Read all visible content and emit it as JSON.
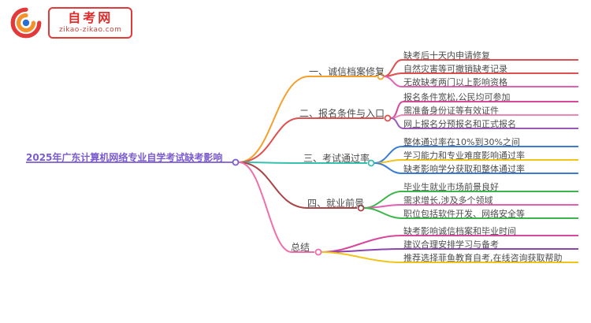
{
  "logo": {
    "title": "自考网",
    "url": "zikao-zikao.com",
    "border_color": "#e23a3a",
    "icon": "zikao-logo-icon"
  },
  "central": {
    "text": "2025年广东计算机网络专业自学考试缺考影响",
    "color": "#7b5bd0"
  },
  "branches": [
    {
      "label": "一、诚信档案修复",
      "color": "#f5a02a",
      "leaves": [
        {
          "text": "缺考后十天内申请修复",
          "color": "#e04f4f"
        },
        {
          "text": "自然灾害等可撤销缺考记录",
          "color": "#e04f4f"
        },
        {
          "text": "无故缺考两门以上影响资格",
          "color": "#e35fb1"
        }
      ]
    },
    {
      "label": "二、报名条件与入口",
      "color": "#e04f4f",
      "leaves": [
        {
          "text": "报名条件宽松,公民均可参加",
          "color": "#d8489a"
        },
        {
          "text": "需准备身份证等有效证件",
          "color": "#ef86b5"
        },
        {
          "text": "网上报名分预报名和正式报名",
          "color": "#9b59b6"
        }
      ]
    },
    {
      "label": "三、考试通过率",
      "color": "#35c0b0",
      "leaves": [
        {
          "text": "整体通过率在10%到30%之间",
          "color": "#3a7bd5"
        },
        {
          "text": "学习能力和专业难度影响通过率",
          "color": "#f0c419"
        },
        {
          "text": "缺考影响学分获取和整体通过率",
          "color": "#3a7bd5"
        }
      ]
    },
    {
      "label": "四、就业前景",
      "color": "#a84448",
      "leaves": [
        {
          "text": "毕业生就业市场前景良好",
          "color": "#3cb54a"
        },
        {
          "text": "需求增长,涉及多个领域",
          "color": "#e35fb1"
        },
        {
          "text": "职位包括软件开发、网络安全等",
          "color": "#3cb54a"
        }
      ]
    },
    {
      "label": "总结",
      "color": "#f06eaa",
      "leaves": [
        {
          "text": "缺考影响诚信档案和毕业时间",
          "color": "#d8489a"
        },
        {
          "text": "建议合理安排学习与备考",
          "color": "#8e44ad"
        },
        {
          "text": "推荐选择菲鱼教育自考,在线咨询获取帮助",
          "color": "#f0c419"
        }
      ]
    }
  ]
}
